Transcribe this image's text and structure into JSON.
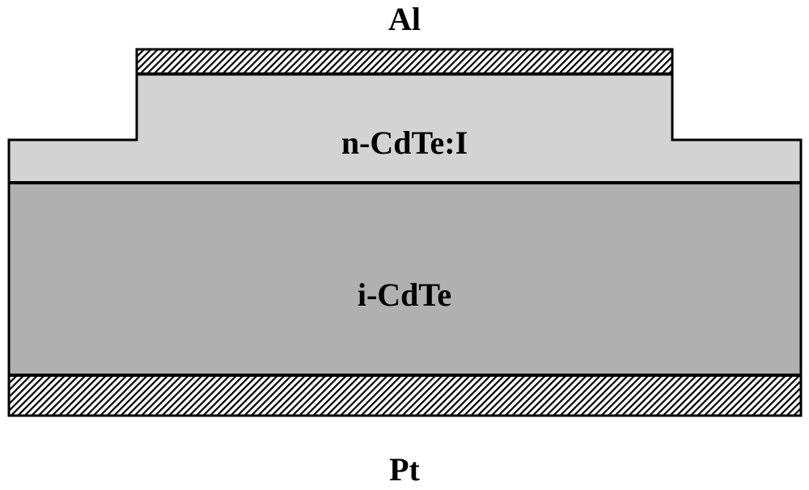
{
  "labels": {
    "top_contact": "Al",
    "n_layer": "n-CdTe:I",
    "i_layer": "i-CdTe",
    "bottom_contact": "Pt"
  },
  "colors": {
    "n_layer": "#d3d3d3",
    "i_layer": "#b0b0b0",
    "hatch": "#000000",
    "outline": "#000000"
  }
}
